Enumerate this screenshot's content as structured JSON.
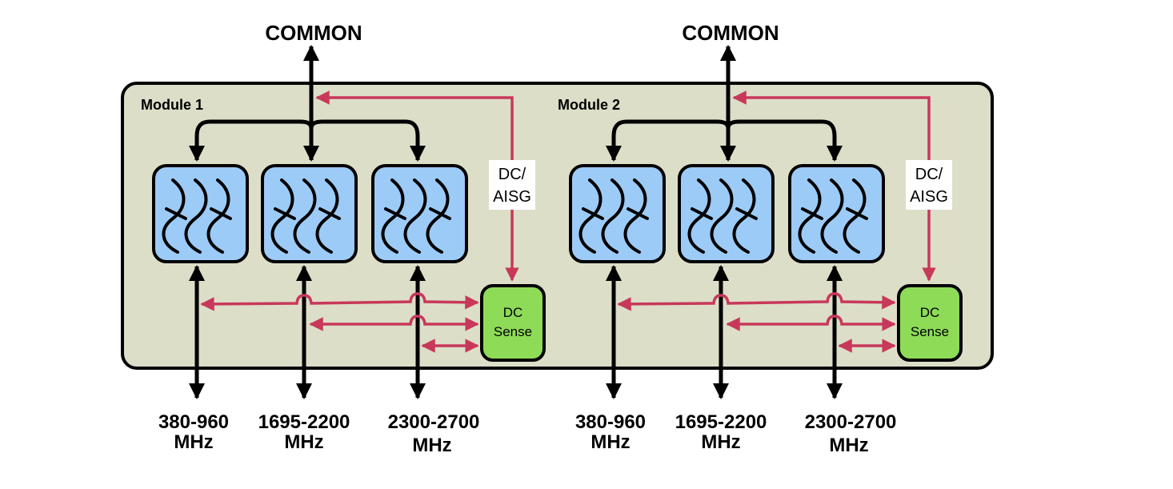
{
  "colors": {
    "panel": "#dcdec8",
    "filter": "#9ccbf7",
    "dc_sense": "#8edb58",
    "signal_line": "#c8385a",
    "rf_line": "#000000"
  },
  "modules": [
    {
      "label": "Module 1",
      "common_label": "COMMON",
      "dc_aisg_label": [
        "DC/",
        "AISG"
      ],
      "dc_sense_label": [
        "DC",
        "Sense"
      ],
      "ports": [
        {
          "band": "380-960",
          "unit": "MHz"
        },
        {
          "band": "1695-2200",
          "unit": "MHz"
        },
        {
          "band": "2300-2700",
          "unit": "MHz"
        }
      ],
      "filter_icon": "bandpass-filter-icon"
    },
    {
      "label": "Module 2",
      "common_label": "COMMON",
      "dc_aisg_label": [
        "DC/",
        "AISG"
      ],
      "dc_sense_label": [
        "DC",
        "Sense"
      ],
      "ports": [
        {
          "band": "380-960",
          "unit": "MHz"
        },
        {
          "band": "1695-2200",
          "unit": "MHz"
        },
        {
          "band": "2300-2700",
          "unit": "MHz"
        }
      ],
      "filter_icon": "bandpass-filter-icon"
    }
  ]
}
